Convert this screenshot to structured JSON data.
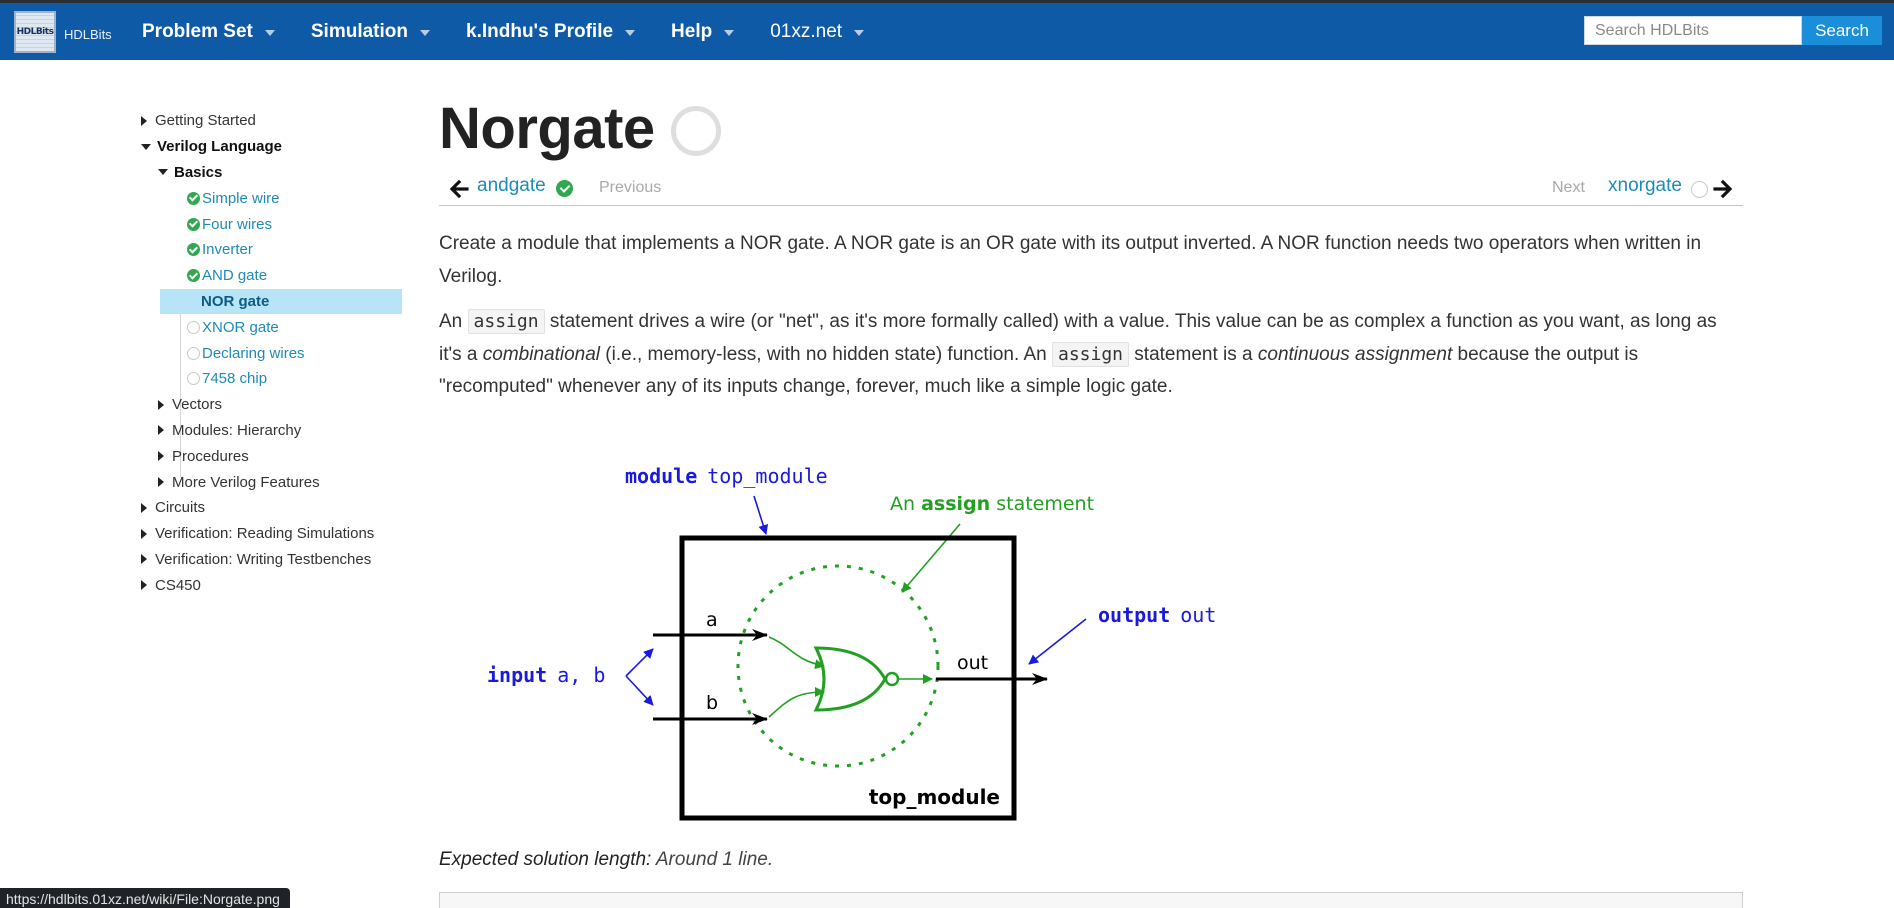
{
  "navbar": {
    "logo_text": "HDLBits",
    "brand": "HDLBits",
    "menu": [
      {
        "label": "Problem Set"
      },
      {
        "label": "Simulation"
      },
      {
        "label": "k.Indhu's Profile"
      },
      {
        "label": "Help"
      },
      {
        "label": "01xz.net"
      }
    ],
    "search_placeholder": "Search HDLBits",
    "search_button": "Search"
  },
  "sidebar": {
    "top": [
      "Getting Started",
      "Verilog Language"
    ],
    "basics_label": "Basics",
    "basics_items": [
      {
        "label": "Simple wire",
        "done": true
      },
      {
        "label": "Four wires",
        "done": true
      },
      {
        "label": "Inverter",
        "done": true
      },
      {
        "label": "AND gate",
        "done": true
      },
      {
        "label": "NOR gate",
        "done": false,
        "active": true
      },
      {
        "label": "XNOR gate",
        "done": false
      },
      {
        "label": "Declaring wires",
        "done": false
      },
      {
        "label": "7458 chip",
        "done": false
      }
    ],
    "verilog_sub": [
      "Vectors",
      "Modules: Hierarchy",
      "Procedures",
      "More Verilog Features"
    ],
    "bottom": [
      "Circuits",
      "Verification: Reading Simulations",
      "Verification: Writing Testbenches",
      "CS450"
    ]
  },
  "page": {
    "title": "Norgate",
    "prev_link": "andgate",
    "prev_label": "Previous",
    "next_label": "Next",
    "next_link": "xnorgate"
  },
  "content": {
    "p1": "Create a module that implements a NOR gate. A NOR gate is an OR gate with its output inverted. A NOR function needs two operators when written in Verilog.",
    "p2_a": "An ",
    "p2_code1": "assign",
    "p2_b": " statement drives a wire (or \"net\", as it's more formally called) with a value. This value can be as complex a function as you want, as long as it's a ",
    "p2_em1": "combinational",
    "p2_c": " (i.e., memory-less, with no hidden state) function. An ",
    "p2_code2": "assign",
    "p2_d": " statement is a ",
    "p2_em2": "continuous assignment",
    "p2_e": " because the output is \"recomputed\" whenever any of its inputs change, forever, much like a simple logic gate."
  },
  "diagram": {
    "module_kw": "module",
    "module_name": "top_module",
    "assign_pre": "An ",
    "assign_kw": "assign",
    "assign_post": " statement",
    "input_kw": "input",
    "input_names": "a, b",
    "output_kw": "output",
    "output_name": "out",
    "wire_a": "a",
    "wire_b": "b",
    "wire_out": "out",
    "box_label": "top_module",
    "colors": {
      "blue": "#1a1adc",
      "green": "#22a022",
      "black": "#000000"
    }
  },
  "solution": {
    "label": "Expected solution length:",
    "value": " Around 1 line."
  },
  "status_bar": "https://hdlbits.01xz.net/wiki/File:Norgate.png"
}
